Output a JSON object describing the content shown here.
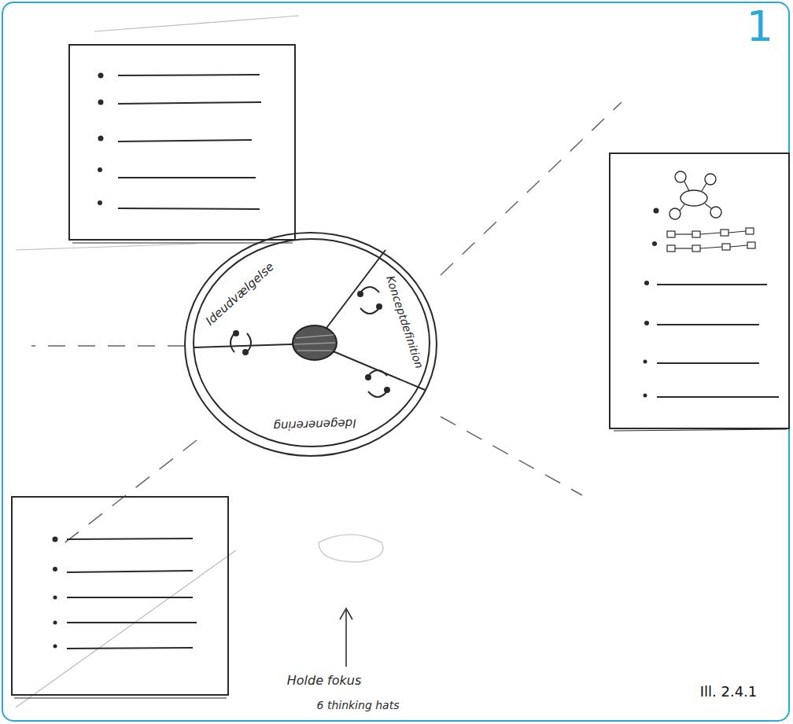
{
  "diagram": {
    "labels": [
      "1",
      "Ideudvælgelse",
      "Konceptdefinition",
      "Idegenerering",
      "Holde fokus",
      "6 thinking hats",
      "Ill. 2.4.1"
    ]
  }
}
